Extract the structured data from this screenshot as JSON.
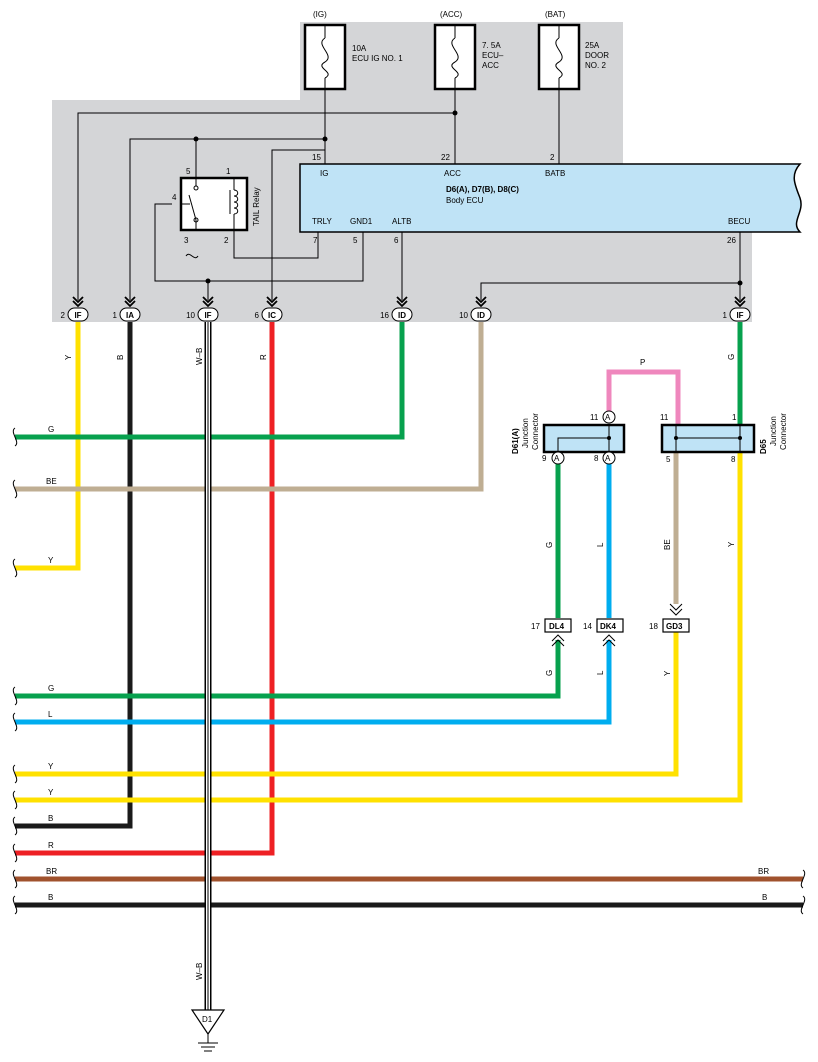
{
  "fuses": [
    {
      "source": "(IG)",
      "rating": "10A",
      "name": "ECU IG NO. 1"
    },
    {
      "source": "(ACC)",
      "rating": "7. 5A",
      "name1": "ECU–",
      "name2": "ACC"
    },
    {
      "source": "(BAT)",
      "rating": "25A",
      "name1": "DOOR",
      "name2": "NO. 2"
    }
  ],
  "ecu": {
    "title": "D6(A), D7(B), D8(C)",
    "subtitle": "Body ECU",
    "pins_top": [
      {
        "num": "15",
        "name": "IG"
      },
      {
        "num": "22",
        "name": "ACC"
      },
      {
        "num": "2",
        "name": "BATB"
      }
    ],
    "pins_bottom": [
      {
        "num": "7",
        "name": "TRLY"
      },
      {
        "num": "5",
        "name": "GND1"
      },
      {
        "num": "6",
        "name": "ALTB"
      },
      {
        "num": "26",
        "name": "BECU"
      }
    ]
  },
  "relay": {
    "name": "TAIL Relay",
    "pins": [
      "5",
      "1",
      "4",
      "3",
      "2"
    ]
  },
  "connectors_top": [
    {
      "num": "2",
      "code": "IF"
    },
    {
      "num": "1",
      "code": "IA"
    },
    {
      "num": "10",
      "code": "IF"
    },
    {
      "num": "6",
      "code": "IC"
    },
    {
      "num": "16",
      "code": "ID"
    },
    {
      "num": "10",
      "code": "ID"
    },
    {
      "num": "1",
      "code": "IF"
    }
  ],
  "junctions": {
    "left": {
      "id": "D61(A)",
      "type1": "Junction",
      "type2": "Connector",
      "pin_top": "11",
      "pin_top_letter": "A",
      "pin_bl": "9",
      "pin_bl_letter": "A",
      "pin_br": "8",
      "pin_br_letter": "A"
    },
    "right": {
      "id": "D65",
      "type1": "Junction",
      "type2": "Connector",
      "pin_tl": "11",
      "pin_tr": "1",
      "pin_bl": "5",
      "pin_br": "8"
    }
  },
  "connectors_mid": [
    {
      "num": "17",
      "code": "DL4"
    },
    {
      "num": "14",
      "code": "DK4"
    },
    {
      "num": "18",
      "code": "GD3"
    }
  ],
  "wire_labels": {
    "y_vert": "Y",
    "b_vert": "B",
    "wb_vert": "W–B",
    "r_vert": "R",
    "g_vert": "G",
    "p_top": "P",
    "g_mid": "G",
    "l_mid": "L",
    "be_mid": "BE",
    "y_mid": "Y",
    "g_low": "G",
    "l_low": "L",
    "y_low": "Y",
    "wb_bottom": "W–B"
  },
  "left_wires": [
    "G",
    "BE",
    "Y",
    "G",
    "L",
    "Y",
    "Y",
    "B",
    "R",
    "BR",
    "B"
  ],
  "right_wires": [
    "BR",
    "B"
  ],
  "ground": {
    "name": "D1"
  },
  "colors": {
    "panel": "#d4d5d7",
    "ecu_fill": "#bfe3f6",
    "green": "#07a14e",
    "tan": "#bfae93",
    "yellow": "#ffe100",
    "black": "#1a1a1a",
    "red": "#ee2024",
    "blue": "#00adef",
    "pink": "#ef87bd",
    "brown": "#a0522d"
  }
}
